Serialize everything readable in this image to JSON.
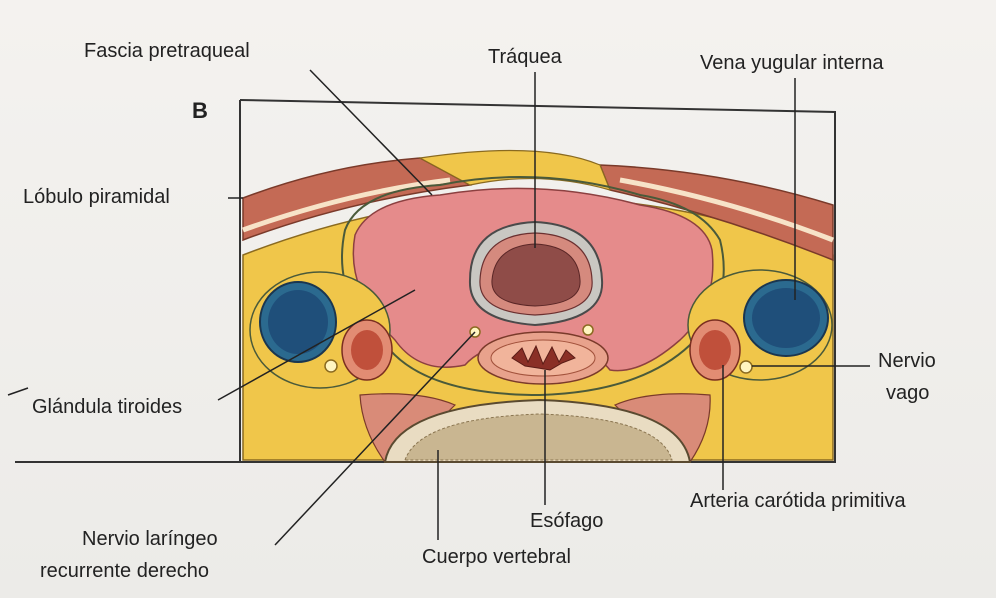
{
  "figure": {
    "panel_letter": "B",
    "labels": {
      "fascia_pretraqueal": "Fascia pretraqueal",
      "traquea": "Tráquea",
      "vena_yugular": "Vena yugular interna",
      "lobulo_piramidal": "Lóbulo piramidal",
      "nervio_vago_1": "Nervio",
      "nervio_vago_2": "vago",
      "glandula_tiroides": "Glándula tiroides",
      "arteria_carotida": "Arteria carótida primitiva",
      "esofago": "Esófago",
      "nervio_laringeo_1": "Nervio laríngeo",
      "nervio_laringeo_2": "recurrente derecho",
      "cuerpo_vertebral": "Cuerpo vertebral"
    },
    "colors": {
      "fat": "#f2c94c",
      "muscle": "#c9705a",
      "thyroid": "#e58d8d",
      "trachea": "#8f4c48",
      "vein": "#1f4f7a",
      "artery": "#c0503b",
      "bone": "#e9dcc2"
    }
  }
}
